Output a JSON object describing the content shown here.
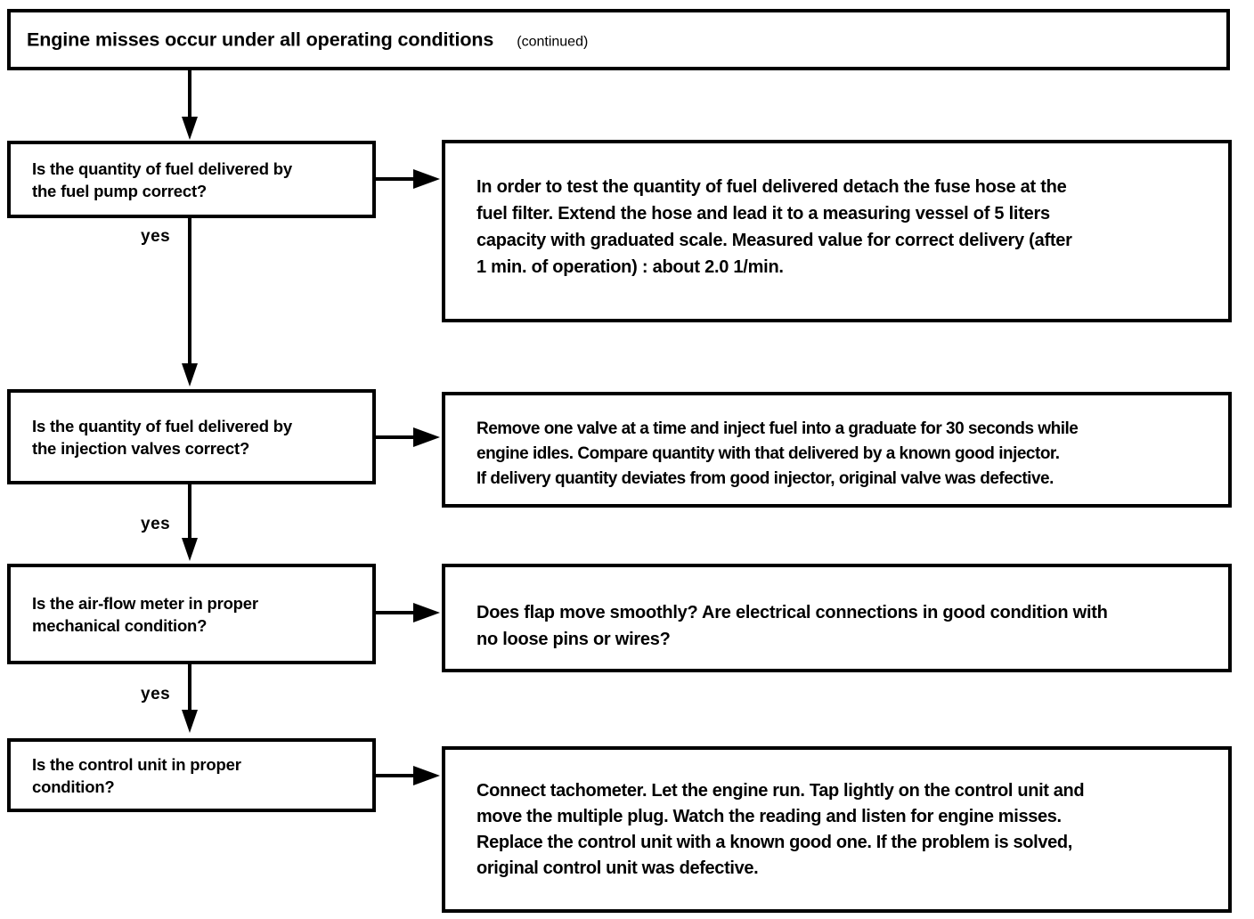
{
  "document": {
    "title_main": "Engine misses occur under all operating conditions",
    "title_note": "(continued)"
  },
  "flow": {
    "edge_label_yes": "yes",
    "steps": [
      {
        "question": "Is the quantity of fuel delivered by\nthe fuel pump correct?",
        "answer": "In order to test the quantity of fuel delivered detach the fuse hose  at the\nfuel filter. Extend the hose and lead it to a measuring vessel of 5 liters\ncapacity with graduated scale. Measured value for correct delivery  (after\n1 min. of operation) :  about 2.0 1/min."
      },
      {
        "question": "Is the quantity of fuel delivered by\nthe injection valves correct?",
        "answer": "Remove one valve at a time and inject fuel into a graduate for 30 seconds while\nengine idles. Compare quantity with that delivered by a known good injector.\nIf delivery quantity deviates from good injector, original valve was defective."
      },
      {
        "question": "Is the air-flow meter in proper\nmechanical condition?",
        "answer": "Does flap move smoothly?  Are electrical connections in good  condition  with\nno loose pins or wires?"
      },
      {
        "question": "Is the control unit in proper\ncondition?",
        "answer": "Connect tachometer.  Let the engine run. Tap lightly on the control unit and\nmove the multiple plug.  Watch the reading and listen for engine  misses.\nReplace the control unit with a known good one.  If the problem is solved,\noriginal control unit was defective."
      }
    ]
  },
  "colors": {
    "ink": "#000000",
    "paper": "#ffffff"
  }
}
